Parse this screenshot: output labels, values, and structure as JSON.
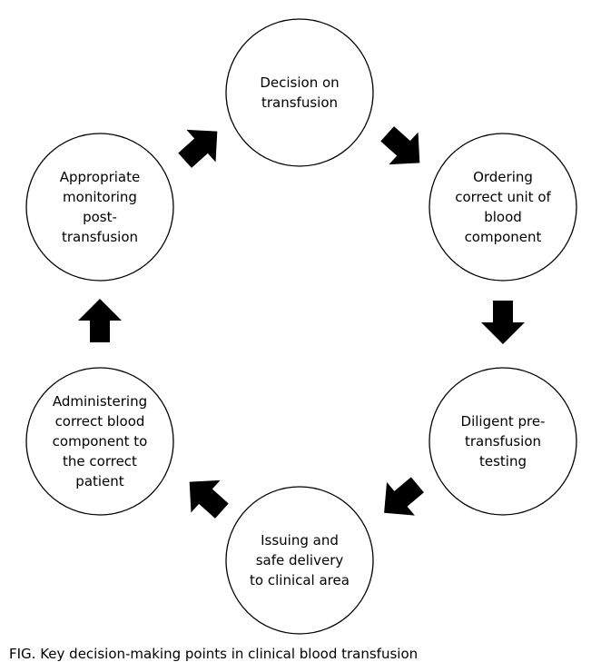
{
  "nodes": [
    {
      "id": "decision",
      "lines": [
        "Decision on",
        "transfusion"
      ]
    },
    {
      "id": "ordering",
      "lines": [
        "Ordering",
        "correct unit of",
        "blood",
        "component"
      ]
    },
    {
      "id": "testing",
      "lines": [
        "Diligent pre-",
        "transfusion",
        "testing"
      ]
    },
    {
      "id": "issuing",
      "lines": [
        "Issuing and",
        "safe delivery",
        "to clinical area"
      ]
    },
    {
      "id": "administering",
      "lines": [
        "Administering",
        "correct blood",
        "component to",
        "the correct",
        "patient"
      ]
    },
    {
      "id": "monitoring",
      "lines": [
        "Appropriate",
        "monitoring",
        "post-",
        "transfusion"
      ]
    }
  ],
  "edges": [
    {
      "from": "decision",
      "to": "ordering"
    },
    {
      "from": "ordering",
      "to": "testing"
    },
    {
      "from": "testing",
      "to": "issuing"
    },
    {
      "from": "issuing",
      "to": "administering"
    },
    {
      "from": "administering",
      "to": "monitoring"
    },
    {
      "from": "monitoring",
      "to": "decision"
    }
  ],
  "caption": "FIG.  Key decision-making points in clinical blood transfusion"
}
